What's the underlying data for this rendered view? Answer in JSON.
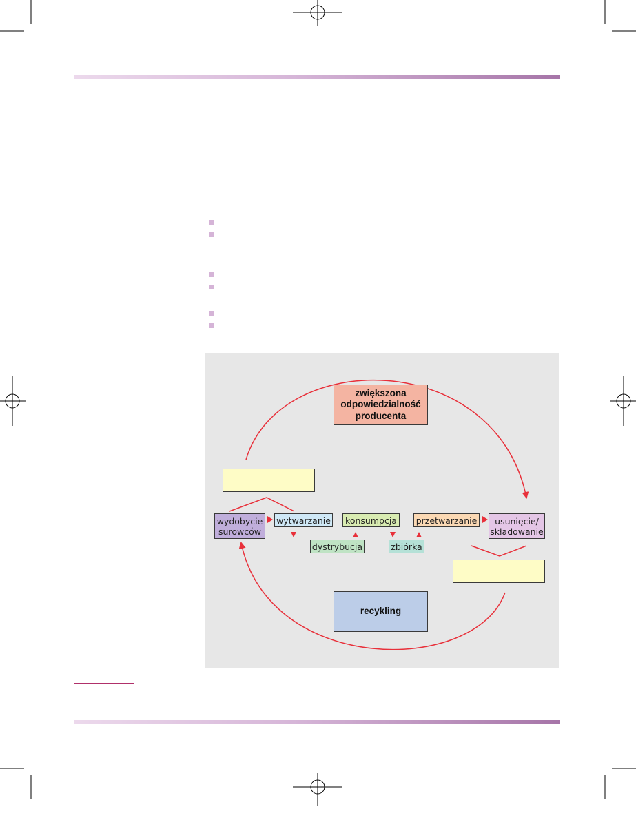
{
  "diagram": {
    "top_box": "zwiększona\nodpowiedzialność\nproducenta",
    "bottom_box": "recykling",
    "stages": {
      "wydobycie": "wydobycie\nsurowców",
      "wytwarzanie": "wytwarzanie",
      "konsumpcja": "konsumpcja",
      "przetwarzanie": "przetwarzanie",
      "usuniecie": "usunięcie/\nskładowanie",
      "dystrybucja": "dystrybucja",
      "zbiorka": "zbiórka"
    },
    "note_left": "",
    "note_right": ""
  },
  "colors": {
    "arrow": "#e8303a",
    "top_box": "#f4b4a2",
    "bottom_box": "#bccde8",
    "note": "#fefcc6",
    "wydobycie": "#c0aedb",
    "wytwarzanie": "#cfe8f6",
    "konsumpcja": "#d9ecb2",
    "przetwarzanie": "#fbd9b4",
    "usuniecie": "#e4c6e6",
    "dystrybucja": "#bfe3c4",
    "zbiorka": "#b5e1d7"
  }
}
